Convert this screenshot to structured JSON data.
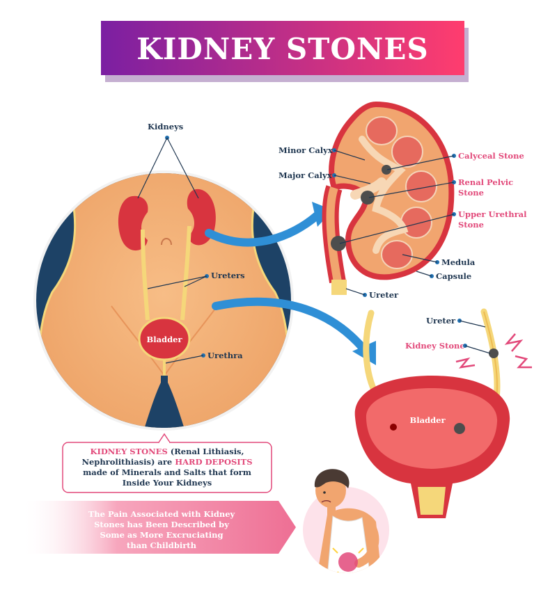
{
  "title": "KIDNEY STONES",
  "body_labels": {
    "kidneys": "Kidneys",
    "ureters": "Ureters",
    "bladder": "Bladder",
    "urethra": "Urethra"
  },
  "kidney_labels": {
    "minor_calyx": "Minor Calyx",
    "major_calyx": "Major Calyx",
    "calyceal_stone": "Calyceal Stone",
    "renal_pelvic_stone_line1": "Renal Pelvic",
    "renal_pelvic_stone_line2": "Stone",
    "upper_urethral_stone_line1": "Upper Urethral",
    "upper_urethral_stone_line2": "Stone",
    "medula": "Medula",
    "capsule": "Capsule",
    "ureter": "Ureter"
  },
  "bladder_labels": {
    "ureter": "Ureter",
    "kidney_stone": "Kidney Stone",
    "bladder": "Bladder"
  },
  "definition": {
    "line1_pink": "KIDNEY STONES",
    "line1_rest": " (Renal Lithiasis,",
    "line2_start": "Nephrolithiasis) are ",
    "line2_pink": "HARD DEPOSITS",
    "line3": "made of Minerals and Salts that form",
    "line4": "Inside Your Kidneys"
  },
  "pain_note": {
    "line1": "The Pain Associated with Kidney",
    "line2": "Stones has Been Described by",
    "line3": "Some as More Excruciating",
    "line4": "than Childbirth"
  },
  "colors": {
    "title_gradient_start": "#7b1fa2",
    "title_gradient_end": "#ff3d6e",
    "label_dark": "#1f3650",
    "label_pink": "#e2497a",
    "skin": "#f4b27a",
    "kidney": "#d8343f",
    "arrow": "#2f8fd6",
    "navy": "#1d4266"
  }
}
